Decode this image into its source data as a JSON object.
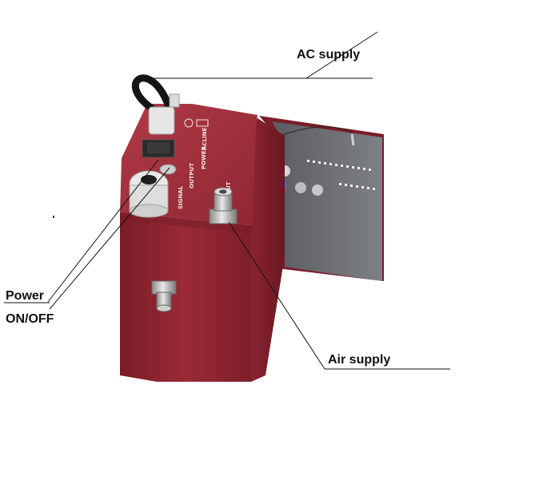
{
  "callouts": {
    "ac_supply": "AC supply",
    "power_line1": "Power",
    "power_line2": "ON/OFF",
    "air_supply": "Air supply"
  },
  "box_markings": {
    "signal": "SIGNAL",
    "output": "OUTPUT",
    "power": "POWER",
    "acline": "ACLINE",
    "out": "OUT"
  },
  "colors": {
    "enclosure_red": "#8e2430",
    "enclosure_dark": "#6a1822",
    "enclosure_top": "#a3303c",
    "panel_grey": "#6d6f74",
    "metal": "#c9c9c9"
  }
}
